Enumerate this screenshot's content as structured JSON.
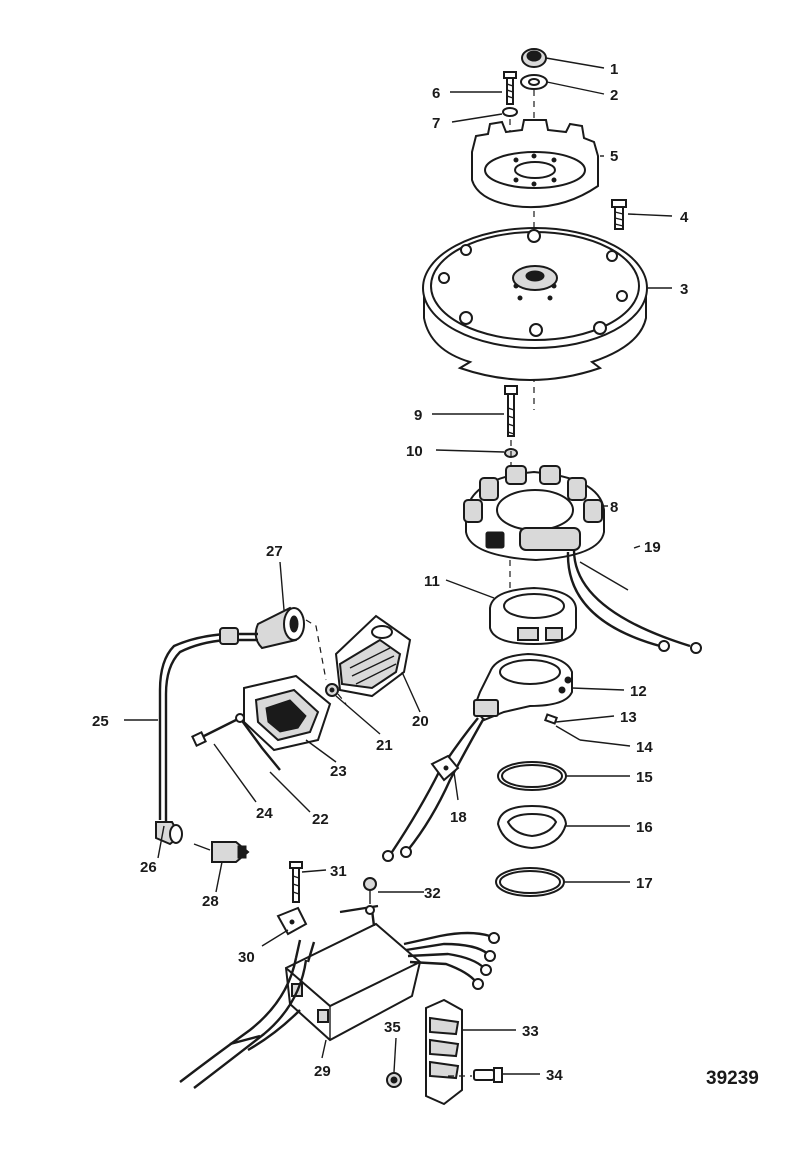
{
  "figure_number": "39239",
  "callouts": [
    "1",
    "2",
    "3",
    "4",
    "5",
    "6",
    "7",
    "8",
    "9",
    "10",
    "11",
    "12",
    "13",
    "14",
    "15",
    "16",
    "17",
    "18",
    "19",
    "20",
    "21",
    "22",
    "23",
    "24",
    "25",
    "26",
    "27",
    "28",
    "29",
    "30",
    "31",
    "32",
    "33",
    "34",
    "35"
  ]
}
